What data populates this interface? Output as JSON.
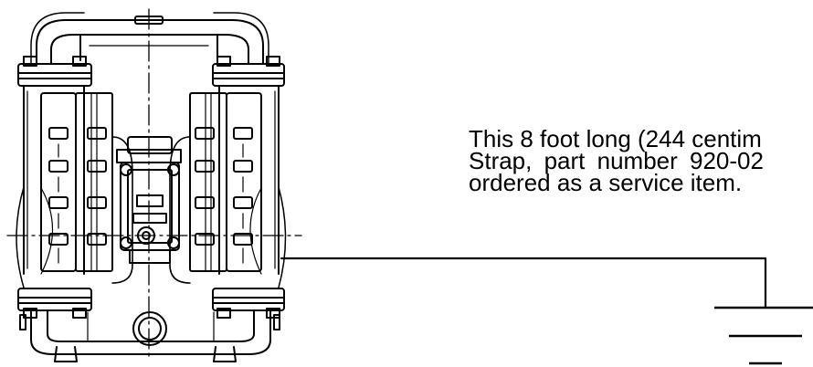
{
  "caption": {
    "line1": "This 8 foot long (244 centim",
    "line2": "Strap, part number 920-02",
    "line3": "ordered as a service item."
  },
  "colors": {
    "ink": "#000000",
    "paper": "#ffffff"
  }
}
